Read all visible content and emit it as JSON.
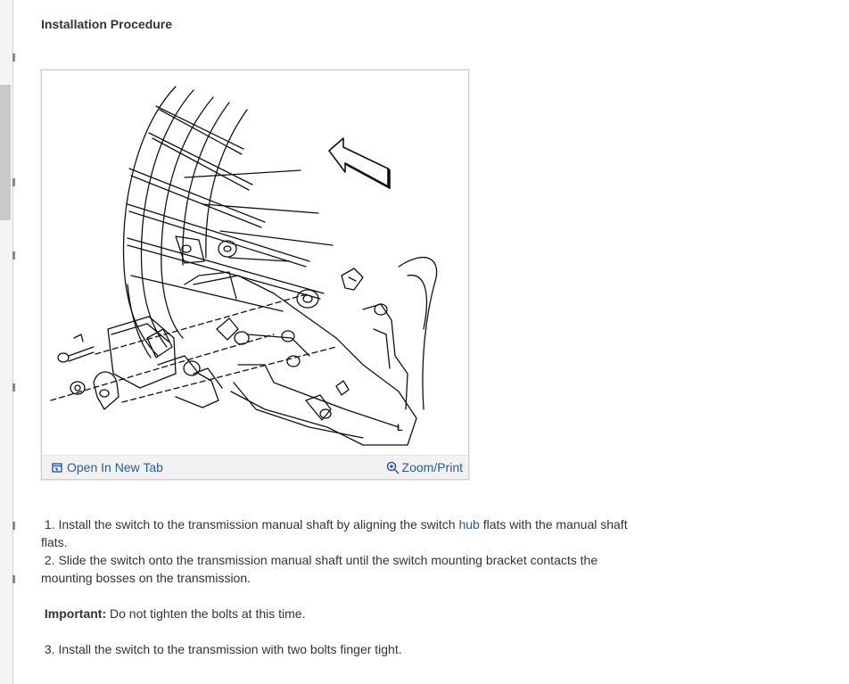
{
  "heading": "Installation Procedure",
  "figure": {
    "open_tab_label": "Open In New Tab",
    "zoom_label": "Zoom/Print",
    "diagram_letter": "L"
  },
  "steps": {
    "step1_pre": "1. Install the switch to the transmission manual shaft by aligning the switch ",
    "step1_link": "hub",
    "step1_post": " flats with the manual shaft flats.",
    "step2": "2. Slide the switch onto the transmission manual shaft until the switch mounting bracket contacts the mounting bosses on the transmission.",
    "important_label": "Important:",
    "important_text": " Do not tighten the bolts at this time.",
    "step3": "3. Install the switch to the transmission with two bolts finger tight."
  },
  "colors": {
    "link": "#2a5b9a",
    "text": "#333333"
  }
}
